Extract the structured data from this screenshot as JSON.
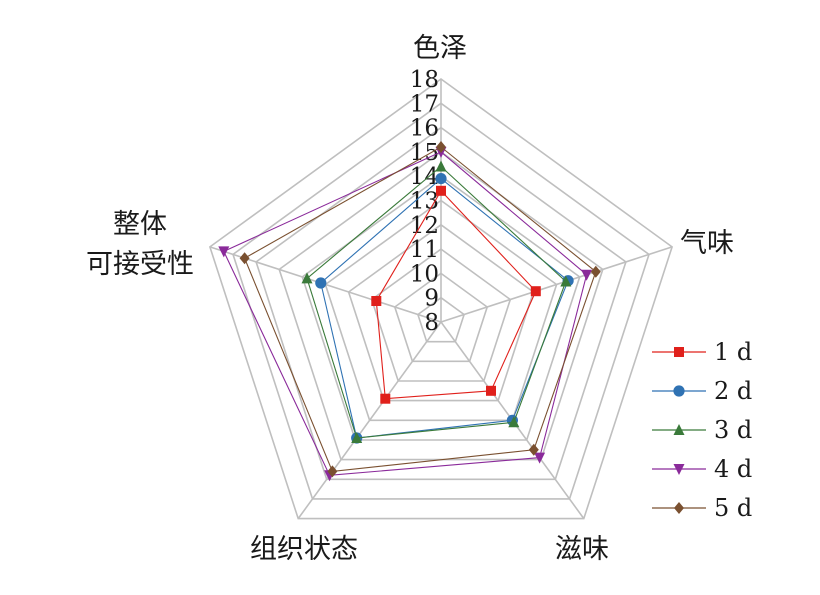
{
  "chart_data": {
    "type": "radar",
    "title": "",
    "axes": [
      "色泽",
      "气味",
      "滋味",
      "组织状态",
      "整体\n可接受性"
    ],
    "rlim": [
      8,
      18
    ],
    "ticks": [
      8,
      9,
      10,
      11,
      12,
      13,
      14,
      15,
      16,
      17,
      18
    ],
    "grid": true,
    "legend": "right",
    "series": [
      {
        "name": "1 d",
        "color": "#e0201b",
        "marker": "square",
        "values": [
          13.4,
          12.1,
          11.5,
          11.9,
          10.8
        ]
      },
      {
        "name": "2 d",
        "color": "#2f72b3",
        "marker": "circle",
        "values": [
          13.9,
          13.5,
          13.0,
          13.9,
          13.2
        ]
      },
      {
        "name": "3 d",
        "color": "#3a7a3a",
        "marker": "triangle-up",
        "values": [
          14.4,
          13.4,
          13.1,
          13.9,
          13.8
        ]
      },
      {
        "name": "4 d",
        "color": "#8a2a9a",
        "marker": "triangle-down",
        "values": [
          15.0,
          14.3,
          14.9,
          15.8,
          17.4
        ]
      },
      {
        "name": "5 d",
        "color": "#7a5030",
        "marker": "diamond",
        "values": [
          15.2,
          14.7,
          14.5,
          15.6,
          16.5
        ]
      }
    ]
  }
}
